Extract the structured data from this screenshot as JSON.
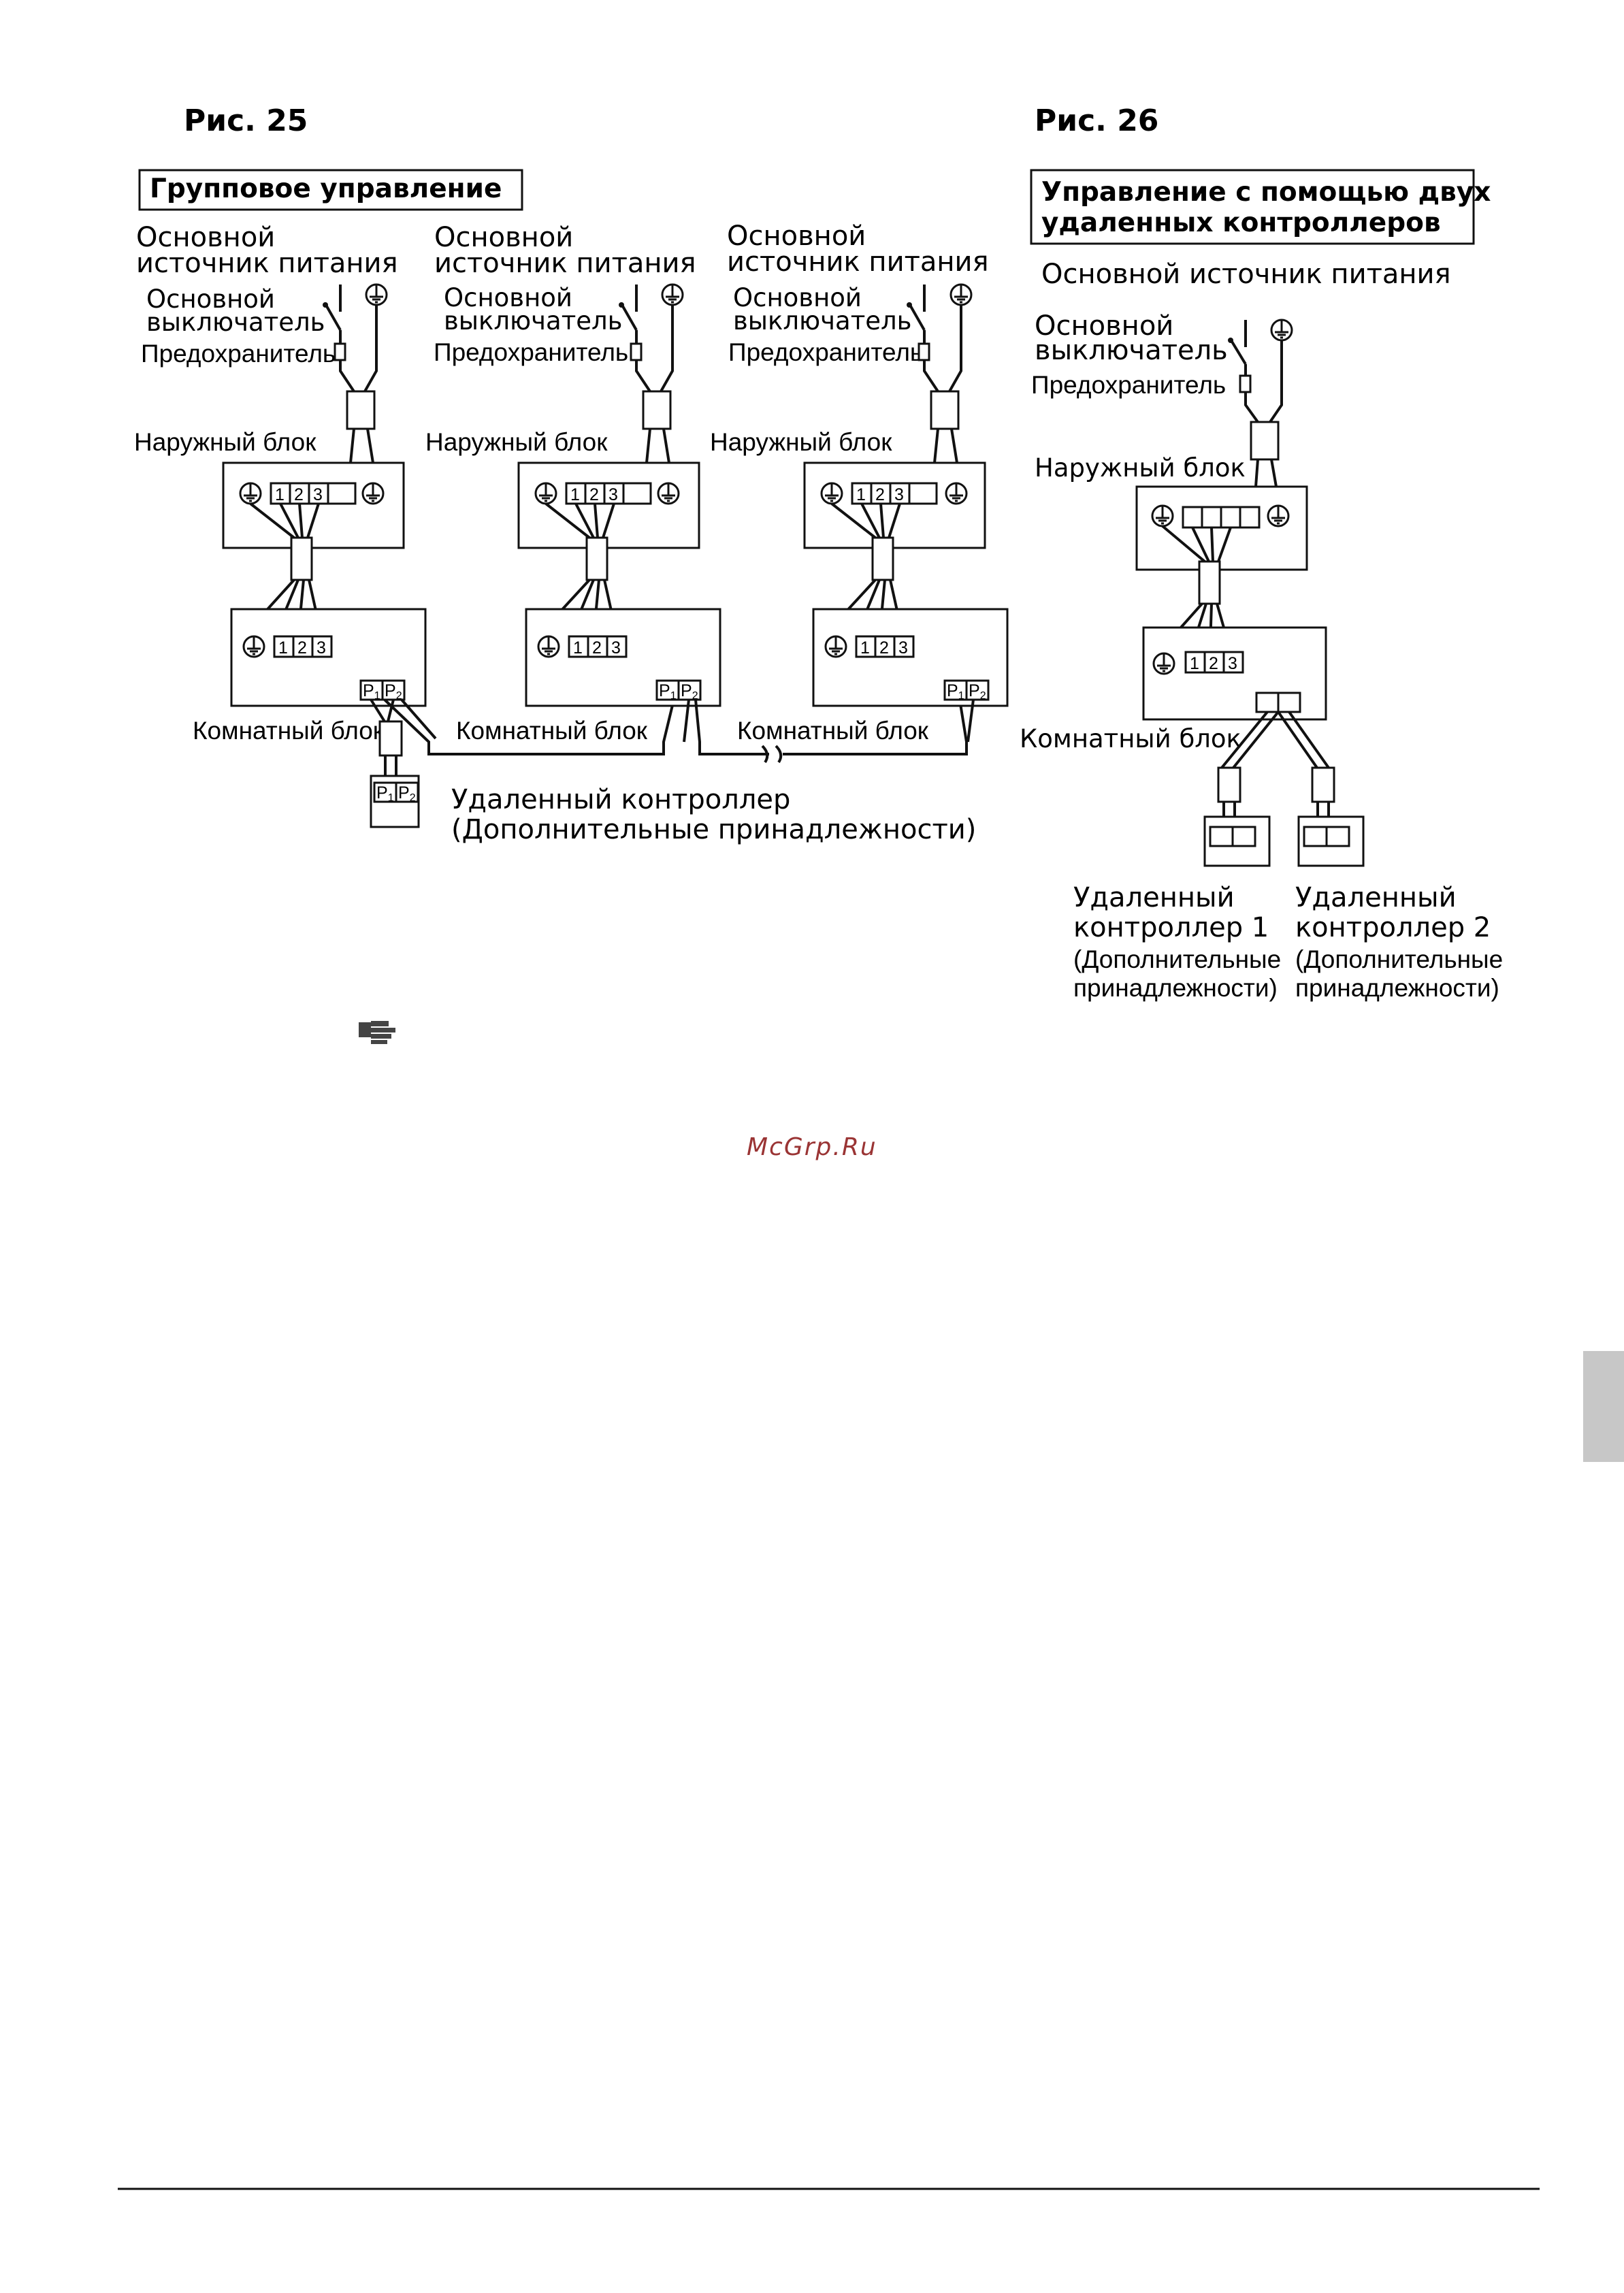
{
  "fig25": {
    "title": "Рис. 25",
    "header": "Групповое управление",
    "power_source_label": [
      "Основной",
      "источник питания"
    ],
    "main_switch_label": [
      "Основной",
      "выключатель"
    ],
    "fuse_label": "Предохранитель",
    "outdoor_unit_label": "Наружный блок",
    "indoor_unit_label": "Комнатный блок",
    "remote_label": [
      "Удаленный контроллер",
      "(Дополнительные принадлежности)"
    ]
  },
  "fig26": {
    "title": "Рис. 26",
    "header": [
      "Управление с помощью двух",
      "удаленных контроллеров"
    ],
    "power_source_label": "Основной источник питания",
    "main_switch_label": [
      "Основной",
      "выключатель"
    ],
    "fuse_label": "Предохранитель",
    "outdoor_unit_label": "Наружный блок",
    "indoor_unit_label": "Комнатный блок",
    "remote1_label": [
      "Удаленный",
      "контроллер 1",
      "(Дополнительные",
      "принадлежности)"
    ],
    "remote2_label": [
      "Удаленный",
      "контроллер 2",
      "(Дополнительные",
      "принадлежности)"
    ]
  },
  "terminals": {
    "t1": "1",
    "t2": "2",
    "t3": "3",
    "p": "P",
    "sub1": "1",
    "sub2": "2"
  },
  "watermark": "McGrp.Ru",
  "colors": {
    "side_tab": "#c7c7c7",
    "line": "#111111"
  }
}
